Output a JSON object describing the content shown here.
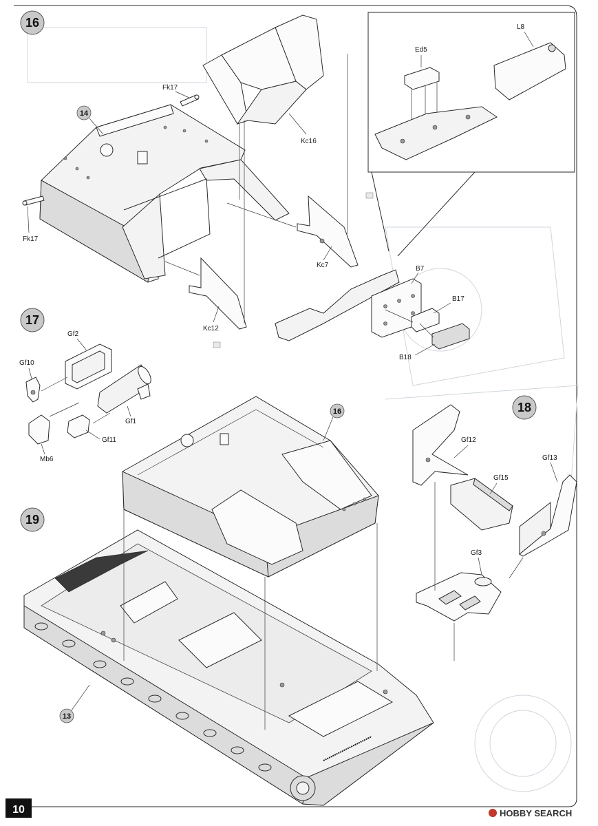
{
  "page": {
    "number": "10"
  },
  "watermark": {
    "text": "HOBBY SEARCH"
  },
  "steps": [
    {
      "number": "16",
      "parts": [
        "Fk17",
        "Fk17",
        "Kc16",
        "Kc7",
        "Kc12",
        "Ed5",
        "L8",
        "B7",
        "B17",
        "B18"
      ],
      "sub_callouts": [
        "14"
      ]
    },
    {
      "number": "17",
      "parts": [
        "Gf2",
        "Gf10",
        "Gf1",
        "Gf11",
        "Mb6"
      ]
    },
    {
      "number": "18",
      "parts": [
        "Gf12",
        "Gf13",
        "Gf15",
        "Gf3"
      ]
    },
    {
      "number": "19",
      "sub_callouts": [
        "16",
        "13"
      ]
    }
  ]
}
